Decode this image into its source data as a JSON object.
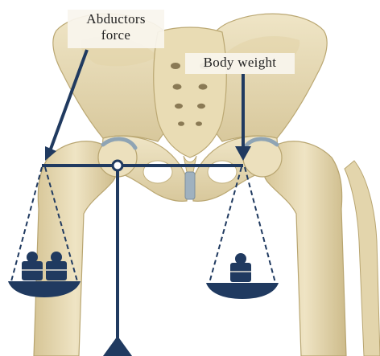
{
  "labels": {
    "abductors_line1": "Abductors",
    "abductors_line2": "force",
    "body_weight": "Body weight"
  },
  "colors": {
    "navy": "#203a60",
    "bone": "#e8dcb8",
    "bone_shadow": "#c9b88c",
    "cartilage": "#8fa4b4",
    "background": "#ffffff"
  },
  "icons": {
    "weights": "stacked-cylinder-weight-icon",
    "fulcrum": "triangle-fulcrum-icon"
  },
  "weights": {
    "left_pan_count": 2,
    "right_pan_count": 1
  }
}
